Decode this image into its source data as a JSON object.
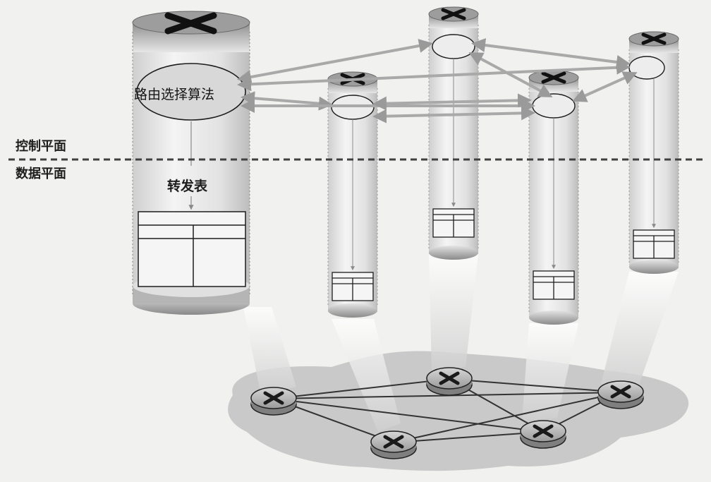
{
  "labels": {
    "control_plane": "控制平面",
    "data_plane": "数据平面",
    "routing_algorithm": "路由选择算法",
    "forwarding_table": "转发表"
  },
  "routers": [
    {
      "id": "router-main"
    },
    {
      "id": "router-b"
    },
    {
      "id": "router-c"
    },
    {
      "id": "router-d"
    },
    {
      "id": "router-e"
    }
  ],
  "colors": {
    "background": "#f1f1ef",
    "arrow": "#a7a7a7",
    "cylinder": "#d9d9d9",
    "cloud": "#c9c9c9",
    "divider": "#404040"
  }
}
